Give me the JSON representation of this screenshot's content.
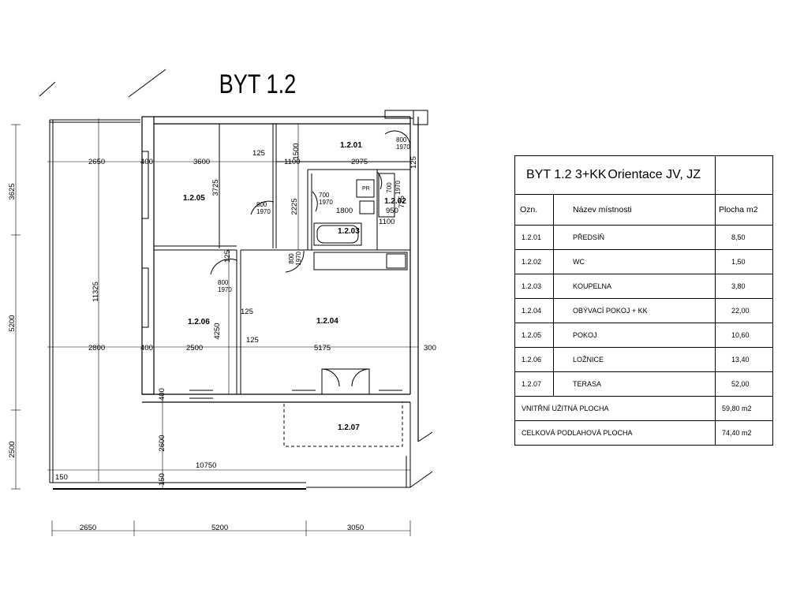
{
  "plan": {
    "title": "BYT 1.2",
    "rooms": {
      "r201": "1.2.01",
      "r202": "1.2.02",
      "r203": "1.2.03",
      "r204": "1.2.04",
      "r205": "1.2.05",
      "r206": "1.2.06",
      "r207": "1.2.07"
    },
    "dims": {
      "d3625": "3625",
      "d11325": "11325",
      "d5200v": "5200",
      "d2500v": "2500",
      "d2650": "2650",
      "d400a": "400",
      "d3600": "3600",
      "d125a": "125",
      "d1500": "1500",
      "d1100": "1100",
      "d2975": "2975",
      "d125v": "125",
      "d3725": "3725",
      "d2225": "2225",
      "d1800": "1800",
      "d950": "950",
      "d1100b": "1100",
      "d725": "725",
      "d125b": "125",
      "d125c": "125",
      "d4250": "4250",
      "d125d": "125",
      "d2800": "2800",
      "d400b": "400",
      "d2500": "2500",
      "d5175": "5175",
      "d300": "300",
      "d400c": "400",
      "d2600": "2600",
      "d10750": "10750",
      "d150a": "150",
      "d150b": "150",
      "b2650": "2650",
      "b5200": "5200",
      "b3050": "3050"
    },
    "doors": {
      "door1_w": "800",
      "door1_h": "1970",
      "door2_w": "700",
      "door2_h": "1970",
      "door3_w": "700",
      "door3_h": "1970",
      "door4_w": "800",
      "door4_h": "1970",
      "door5_w": "800",
      "door5_h": "1970",
      "door6_w": "800",
      "door6_h": "1970"
    },
    "fixture": {
      "pr": "PR"
    }
  },
  "table": {
    "heading": "BYT 1.2  3+KK",
    "orientation": "Orientace JV, JZ",
    "columns": {
      "code": "Ozn.",
      "name": "Název místnosti",
      "area": "Plocha m2"
    },
    "rows": [
      {
        "code": "1.2.01",
        "name": "PŘEDSÍŇ",
        "area": "8,50"
      },
      {
        "code": "1.2.02",
        "name": "WC",
        "area": "1,50"
      },
      {
        "code": "1.2.03",
        "name": "KOUPELNA",
        "area": "3,80"
      },
      {
        "code": "1.2.04",
        "name": "OBÝVACÍ POKOJ + KK",
        "area": "22,00"
      },
      {
        "code": "1.2.05",
        "name": "POKOJ",
        "area": "10,60"
      },
      {
        "code": "1.2.06",
        "name": "LOŽNICE",
        "area": "13,40"
      },
      {
        "code": "1.2.07",
        "name": "TERASA",
        "area": "52,00"
      }
    ],
    "totals": [
      {
        "label": "VNITŘNÍ UŽITNÁ PLOCHA",
        "value": "59,80 m2"
      },
      {
        "label": "CELKOVÁ PODLAHOVÁ PLOCHA",
        "value": "74,40 m2"
      }
    ]
  }
}
